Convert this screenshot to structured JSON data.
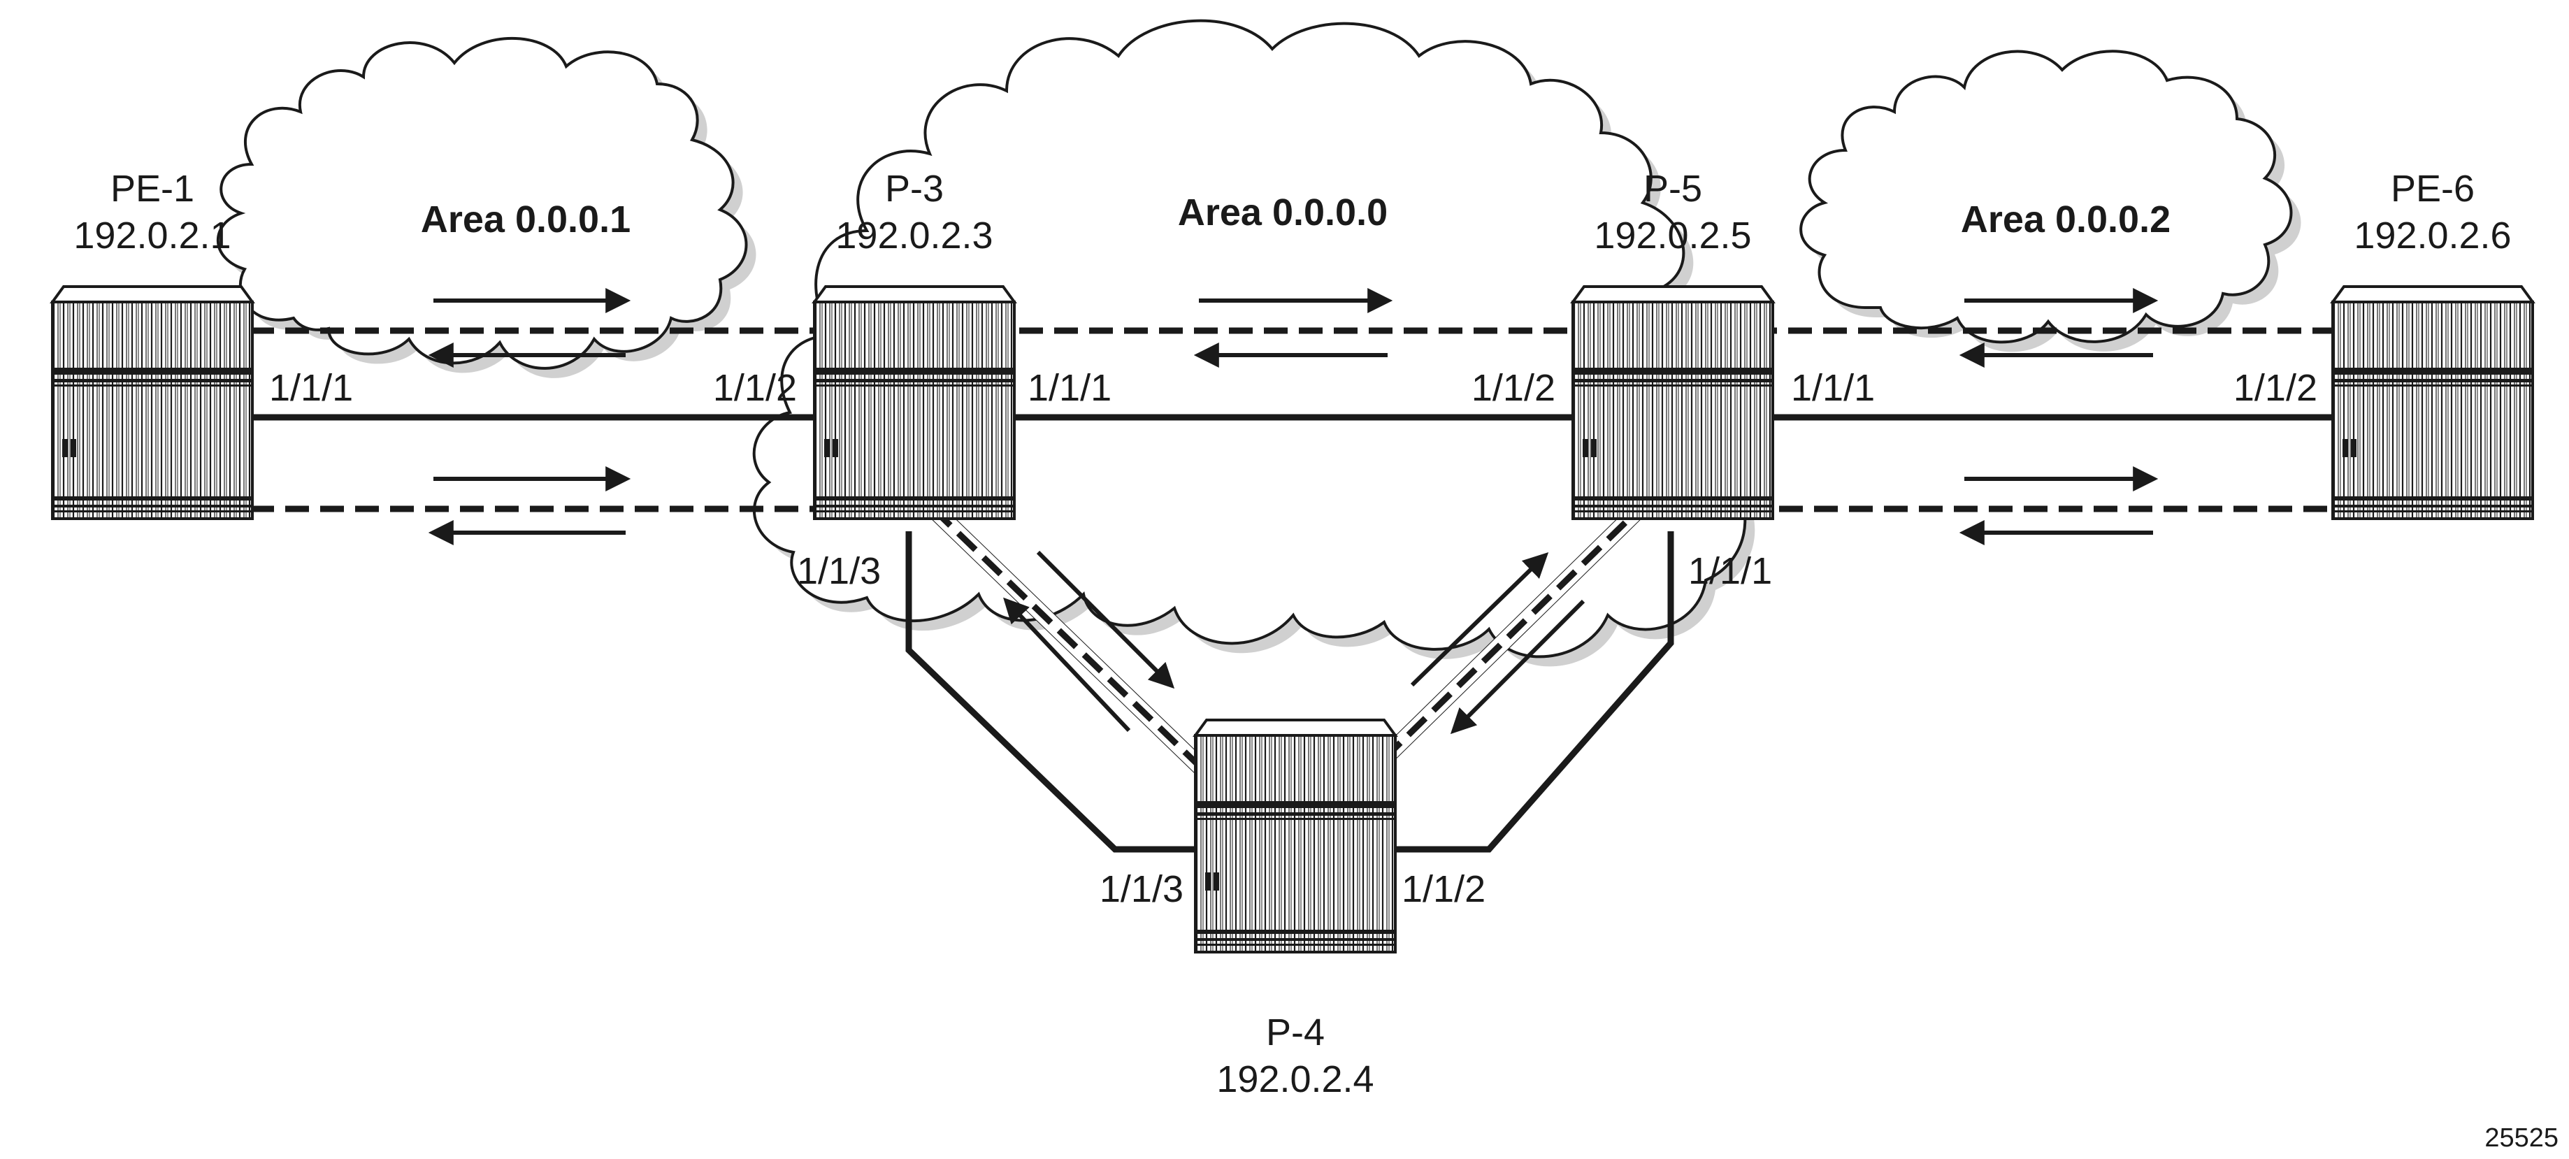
{
  "figure_number": "25525",
  "areas": [
    {
      "id": "area-1",
      "label": "Area 0.0.0.1"
    },
    {
      "id": "area-0",
      "label": "Area 0.0.0.0"
    },
    {
      "id": "area-2",
      "label": "Area 0.0.0.2"
    }
  ],
  "routers": [
    {
      "id": "pe1",
      "name": "PE-1",
      "ip": "192.0.2.1"
    },
    {
      "id": "p3",
      "name": "P-3",
      "ip": "192.0.2.3"
    },
    {
      "id": "p5",
      "name": "P-5",
      "ip": "192.0.2.5"
    },
    {
      "id": "pe6",
      "name": "PE-6",
      "ip": "192.0.2.6"
    },
    {
      "id": "p4",
      "name": "P-4",
      "ip": "192.0.2.4"
    }
  ],
  "ports": {
    "pe1_1_1_1": "1/1/1",
    "p3_1_1_2": "1/1/2",
    "p3_1_1_1": "1/1/1",
    "p3_1_1_3": "1/1/3",
    "p5_1_1_2": "1/1/2",
    "p5_1_1_1_east": "1/1/1",
    "p5_1_1_1_south": "1/1/1",
    "pe6_1_1_2": "1/1/2",
    "p4_1_1_3": "1/1/3",
    "p4_1_1_2": "1/1/2"
  }
}
